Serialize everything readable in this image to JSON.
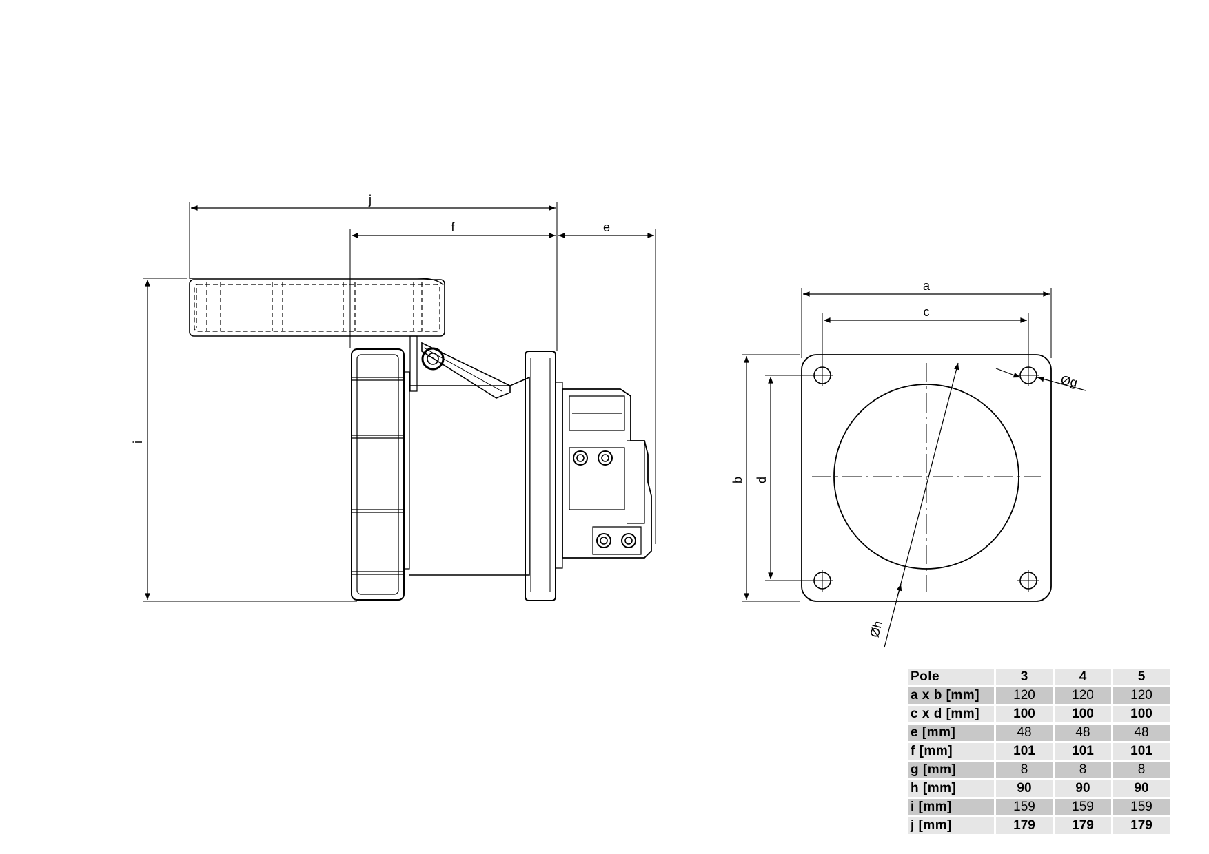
{
  "dimension_labels": {
    "j": "j",
    "f": "f",
    "e": "e",
    "i": "i",
    "a": "a",
    "c": "c",
    "b": "b",
    "d": "d",
    "g": "Øg",
    "h": "Øh"
  },
  "table": {
    "header": [
      "Pole",
      "3",
      "4",
      "5"
    ],
    "rows": [
      {
        "label": "a x b [mm]",
        "values": [
          "120",
          "120",
          "120"
        ]
      },
      {
        "label": "c x d [mm]",
        "values": [
          "100",
          "100",
          "100"
        ]
      },
      {
        "label": "e [mm]",
        "values": [
          "48",
          "48",
          "48"
        ]
      },
      {
        "label": "f [mm]",
        "values": [
          "101",
          "101",
          "101"
        ]
      },
      {
        "label": "g [mm]",
        "values": [
          "8",
          "8",
          "8"
        ]
      },
      {
        "label": "h [mm]",
        "values": [
          "90",
          "90",
          "90"
        ]
      },
      {
        "label": "i [mm]",
        "values": [
          "159",
          "159",
          "159"
        ]
      },
      {
        "label": "j [mm]",
        "values": [
          "179",
          "179",
          "179"
        ]
      }
    ]
  }
}
